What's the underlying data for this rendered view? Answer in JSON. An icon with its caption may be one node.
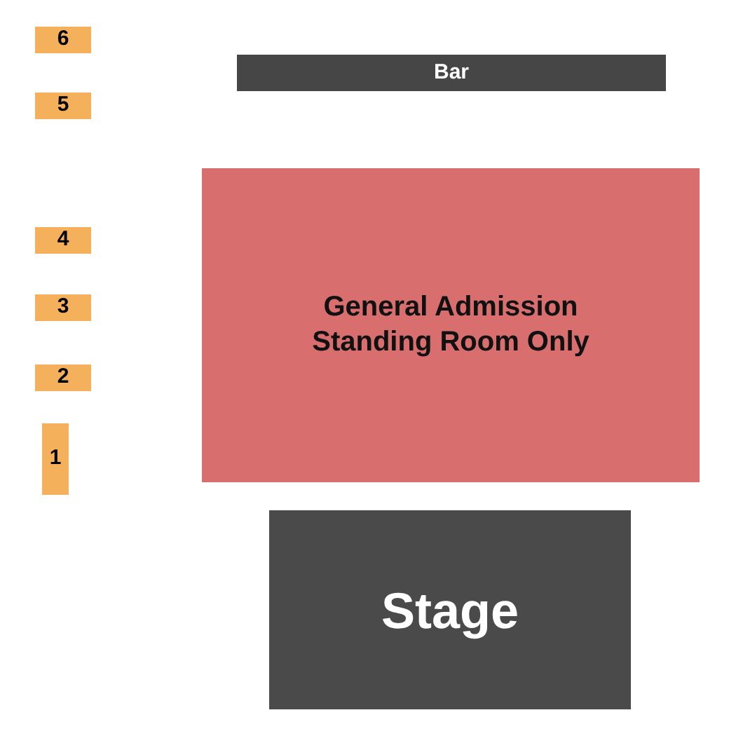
{
  "diagram": {
    "nodes": [
      {
        "text": [
          "6"
        ]
      },
      {
        "text": [
          "Bar"
        ]
      },
      {
        "text": [
          "5"
        ]
      },
      {
        "text": [
          "General Admission Standing Room Only"
        ]
      },
      {
        "text": [
          "4"
        ]
      },
      {
        "text": [
          "3"
        ]
      },
      {
        "text": [
          "2"
        ]
      },
      {
        "text": [
          "1"
        ]
      },
      {
        "text": [
          "Stage"
        ]
      }
    ]
  }
}
